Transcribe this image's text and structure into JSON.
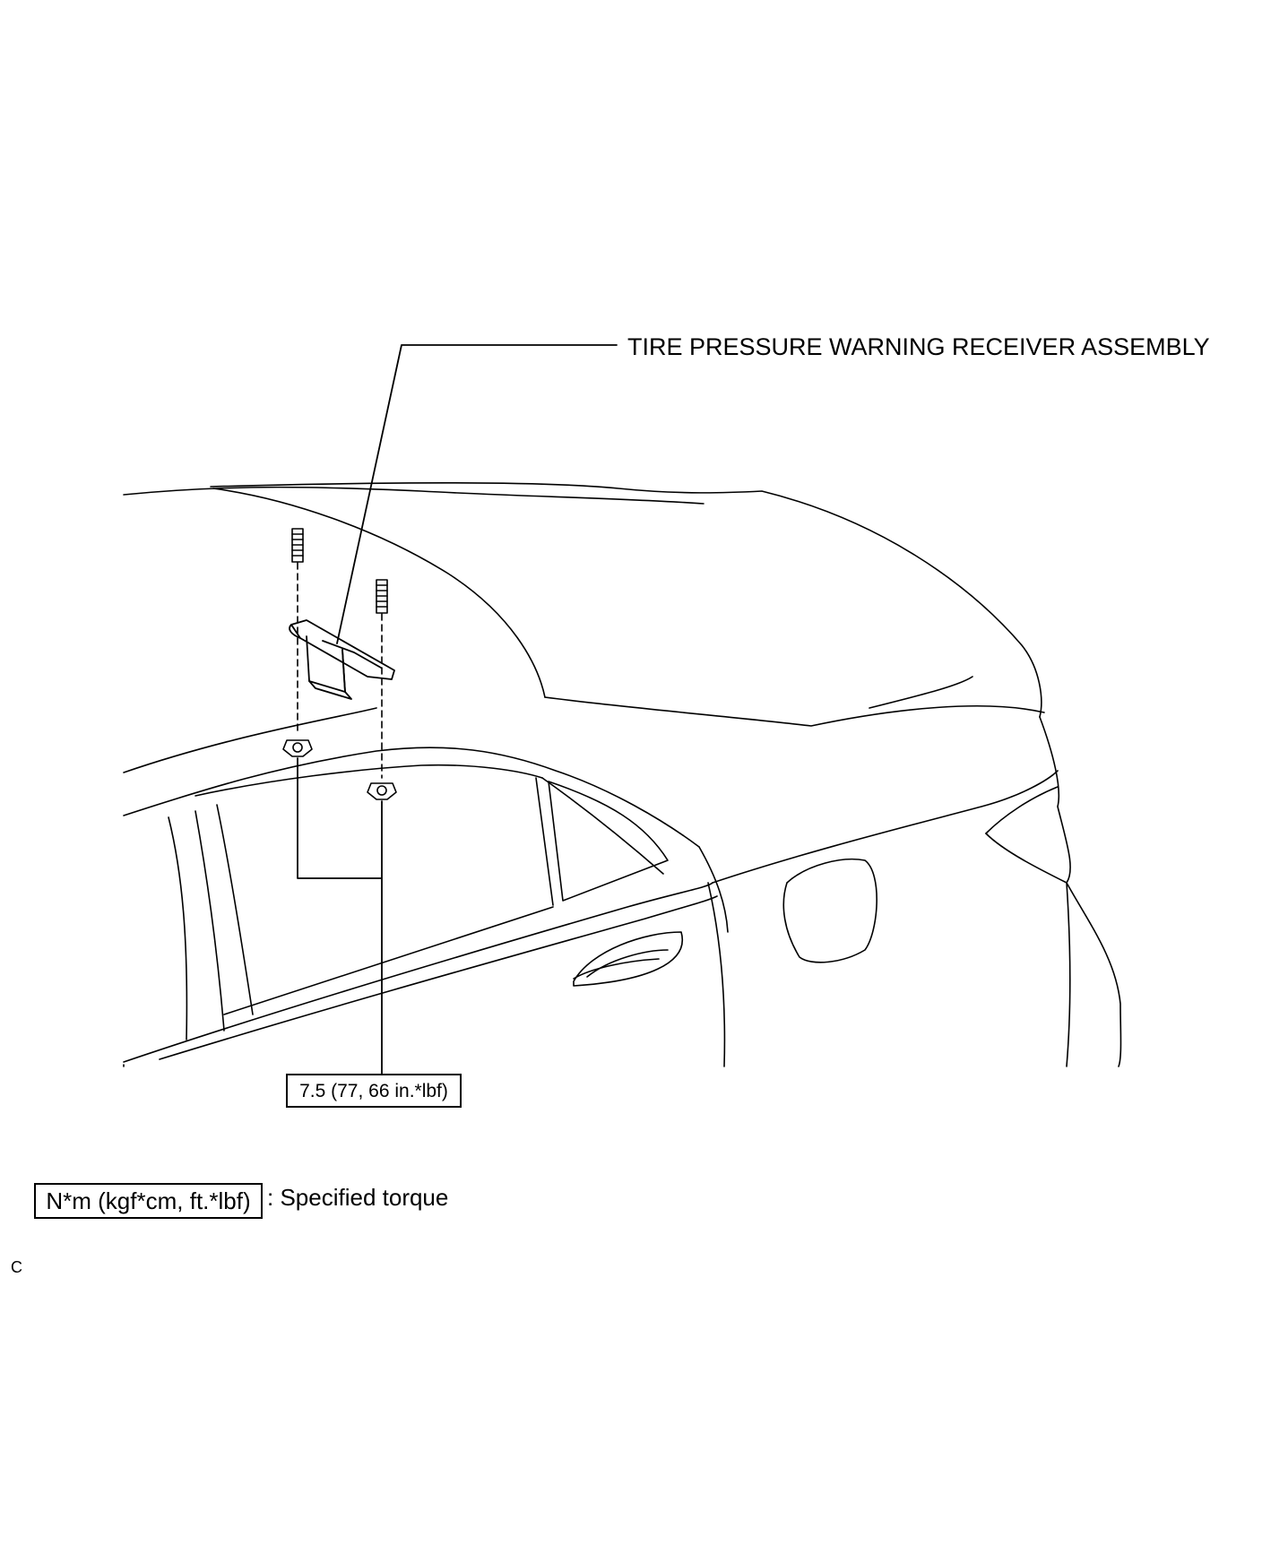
{
  "part_label": "TIRE PRESSURE WARNING RECEIVER ASSEMBLY",
  "torque_value": "7.5 (77, 66 in.*lbf)",
  "legend": {
    "unit_box": "N*m (kgf*cm, ft.*lbf)",
    "description": ": Specified torque"
  },
  "corner_code": "C"
}
